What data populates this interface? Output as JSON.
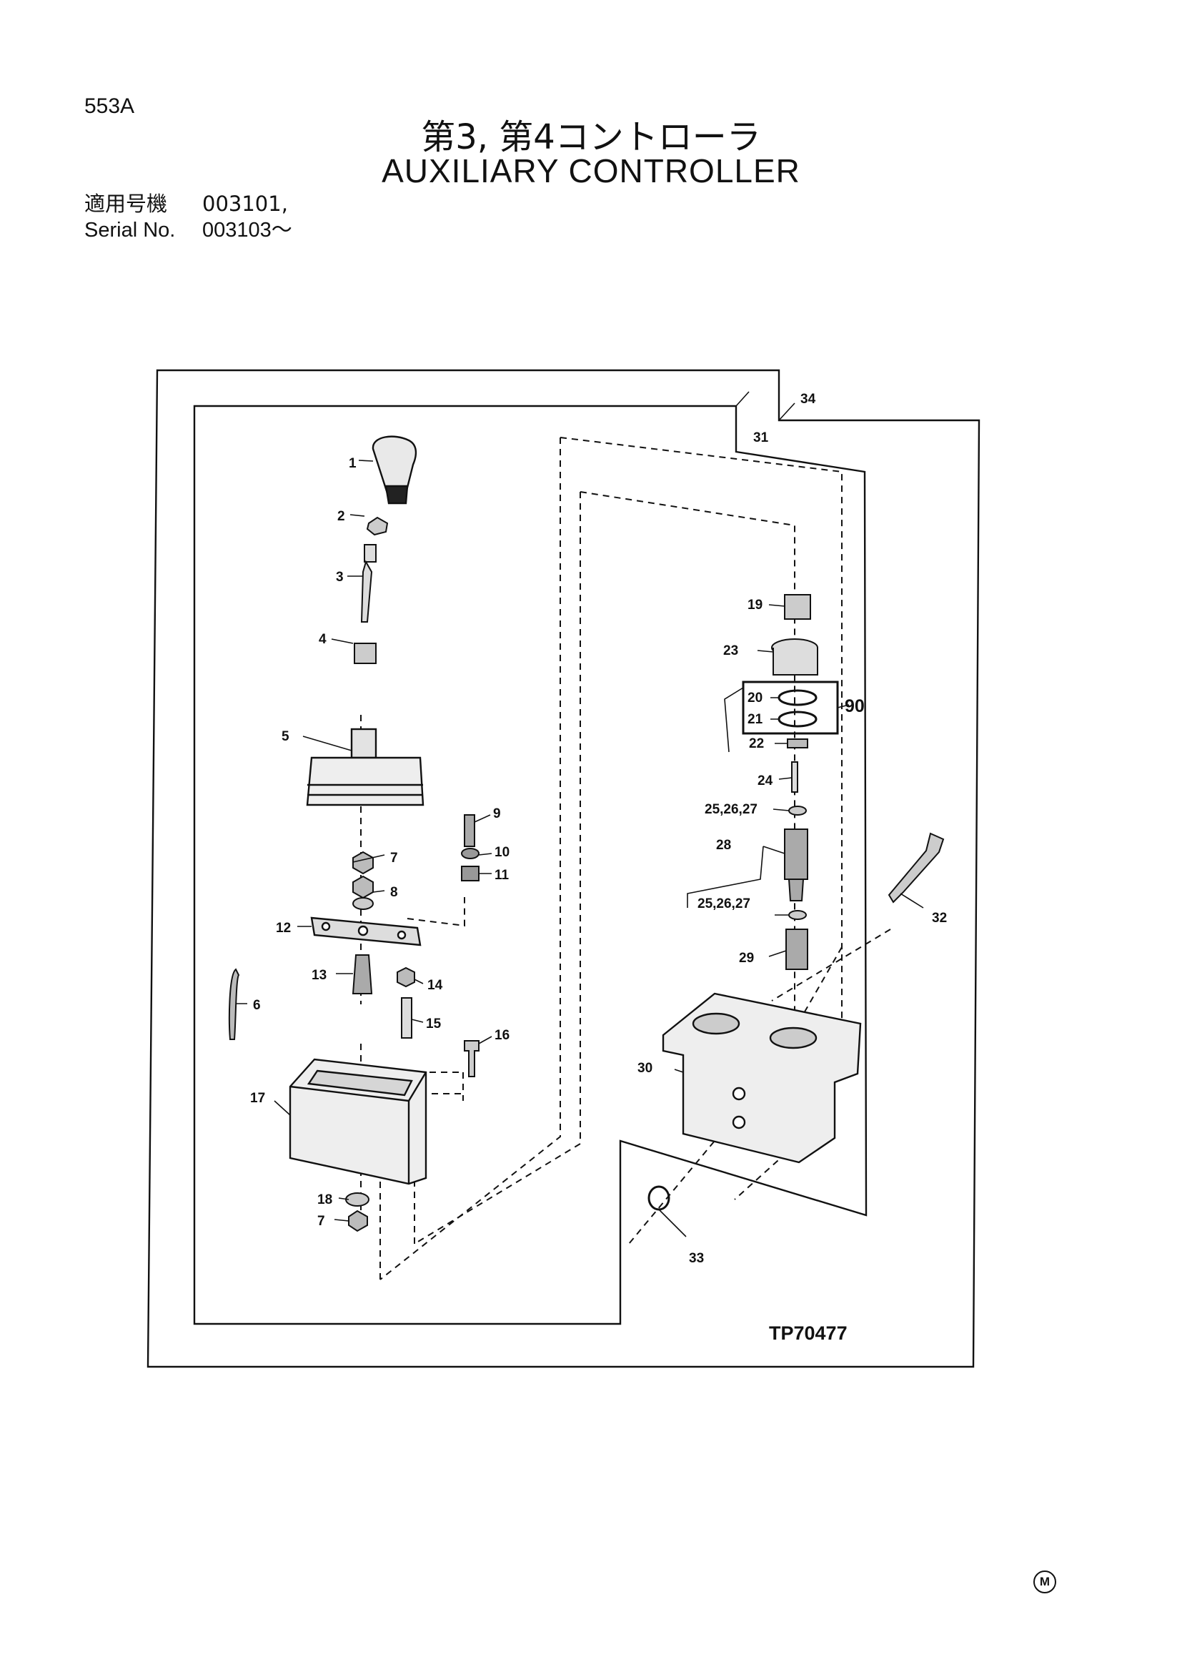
{
  "page": {
    "number": "553A"
  },
  "title": {
    "jp": "第3, 第4コントローラ",
    "en": "AUXILIARY  CONTROLLER"
  },
  "serial": {
    "jp_label": "適用号機",
    "jp_value": "003101,",
    "en_label": "Serial No.",
    "en_value": "003103～"
  },
  "figure_code": "TP70477",
  "callouts": {
    "c1": "1",
    "c2": "2",
    "c3": "3",
    "c4": "4",
    "c5": "5",
    "c6": "6",
    "c7a": "7",
    "c7b": "7",
    "c8": "8",
    "c9": "9",
    "c10": "10",
    "c11": "11",
    "c12": "12",
    "c13": "13",
    "c14": "14",
    "c15": "15",
    "c16": "16",
    "c17": "17",
    "c18": "18",
    "c19": "19",
    "c20": "20",
    "c21": "21",
    "c22": "22",
    "c23": "23",
    "c24": "24",
    "c25a": "25,26,27",
    "c28": "28",
    "c25b": "25,26,27",
    "c29": "29",
    "c30": "30",
    "c31": "31",
    "c32": "32",
    "c33": "33",
    "c34": "34",
    "c90": "90"
  },
  "mark": "M"
}
